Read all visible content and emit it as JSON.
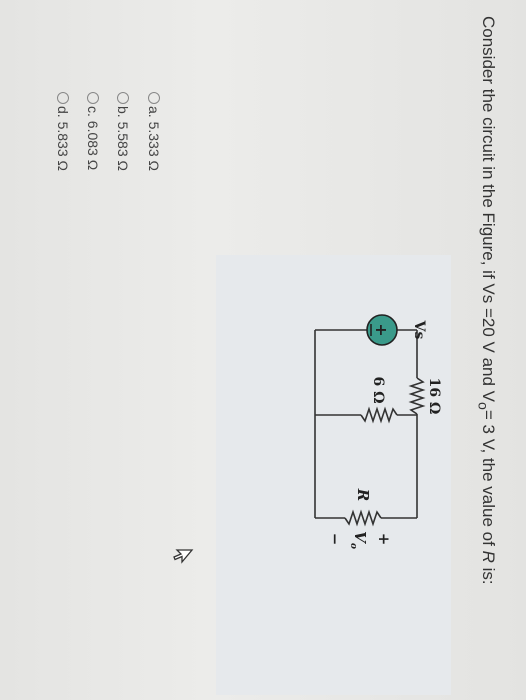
{
  "question": {
    "prefix": "Consider the circuit in the Figure, if Vs =20 V and V",
    "sub": "o",
    "mid": "= 3 V, the value of ",
    "var": "R",
    "suffix": " is:"
  },
  "options": [
    {
      "label": "a. 5.333 Ω",
      "selected": false
    },
    {
      "label": "b. 5.583 Ω",
      "selected": false
    },
    {
      "label": "c. 6.083 Ω",
      "selected": false
    },
    {
      "label": "d. 5.833 Ω",
      "selected": false
    }
  ],
  "figure": {
    "source_label": "Vs",
    "source_sign": "+",
    "r1_label": "16 Ω",
    "r2_label": "6 Ω",
    "r3_label": "R",
    "vo_label": "V",
    "vo_sub": "o",
    "plus": "+",
    "minus": "−",
    "source_color": "#3a9a8a"
  }
}
